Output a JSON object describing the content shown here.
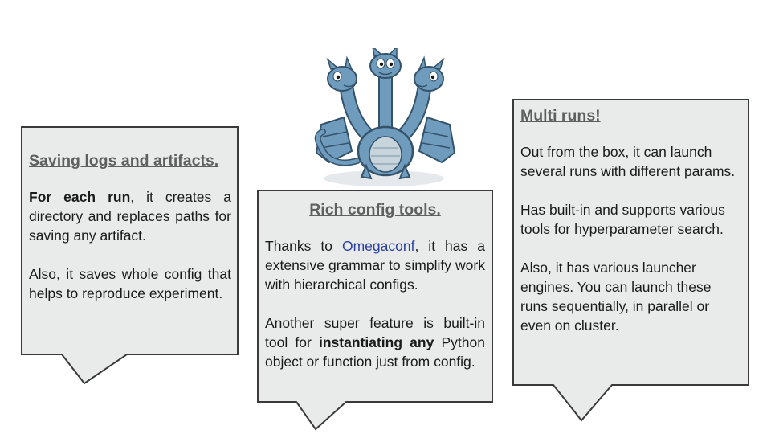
{
  "colors": {
    "bubble_fill": "#e9ebeb",
    "bubble_border": "#3a3a3a",
    "title_color": "#5f5f5f",
    "link_color": "#2a3f9f",
    "dragon_blue": "#6f9bbd",
    "dragon_belly": "#c8d4dc"
  },
  "logo": {
    "icon": "three-headed-dragon"
  },
  "left_box": {
    "title": "Saving logs and artifacts.",
    "p1_bold": "For each run",
    "p1_rest": ", it creates a directory and replaces paths for saving any artifact.",
    "p2": "Also, it saves whole config that helps to reproduce experiment."
  },
  "middle_box": {
    "title": "Rich config tools.",
    "p1_pre": "Thanks to ",
    "p1_link": "Omegaconf",
    "p1_post": ", it has a extensive grammar to simplify work with hierarchical configs.",
    "p2_pre": "Another super feature is built-in tool for ",
    "p2_bold": "instantiating any",
    "p2_post": " Python object or function just from config."
  },
  "right_box": {
    "title": "Multi runs!",
    "p1": "Out from the box, it can launch several runs with different params.",
    "p2": "Has built-in and supports various tools for hyperparameter search.",
    "p3": "Also, it has various launcher engines. You can launch these runs sequentially, in parallel or even on cluster."
  }
}
